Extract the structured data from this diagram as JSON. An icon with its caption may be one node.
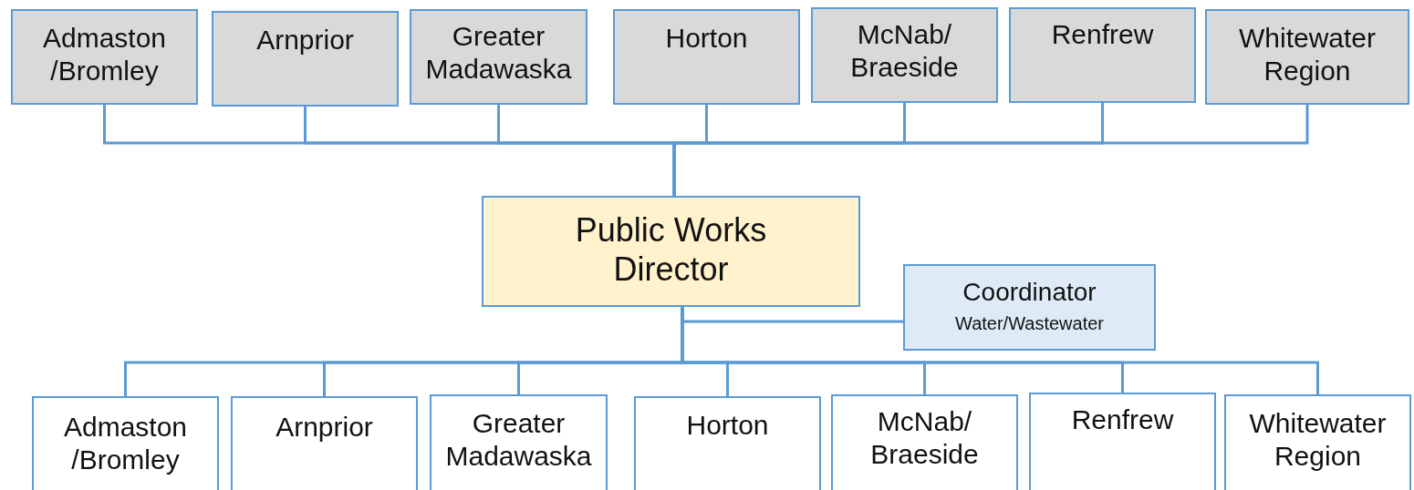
{
  "diagram": {
    "nodes": [
      {
        "text": [
          "Admaston /Bromley"
        ]
      },
      {
        "text": [
          "Arnprior"
        ]
      },
      {
        "text": [
          "Greater Madawaska"
        ]
      },
      {
        "text": [
          "Horton"
        ]
      },
      {
        "text": [
          "McNab/ Braeside"
        ]
      },
      {
        "text": [
          "Renfrew"
        ]
      },
      {
        "text": [
          "Whitewater Region"
        ]
      },
      {
        "text": [
          "Public Works Director"
        ]
      },
      {
        "text": [
          "Coordinator",
          "Water/Wastewater"
        ]
      },
      {
        "text": [
          "Admaston /Bromley"
        ]
      },
      {
        "text": [
          "Arnprior"
        ]
      },
      {
        "text": [
          "Greater Madawaska"
        ]
      },
      {
        "text": [
          "Horton"
        ]
      },
      {
        "text": [
          "McNab/ Braeside"
        ]
      },
      {
        "text": [
          "Renfrew"
        ]
      },
      {
        "text": [
          "Whitewater Region"
        ]
      }
    ],
    "edges": [
      {
        "from": 0,
        "to": 7,
        "arrow": "none"
      },
      {
        "from": 1,
        "to": 7,
        "arrow": "none"
      },
      {
        "from": 2,
        "to": 7,
        "arrow": "none"
      },
      {
        "from": 3,
        "to": 7,
        "arrow": "none"
      },
      {
        "from": 4,
        "to": 7,
        "arrow": "none"
      },
      {
        "from": 5,
        "to": 7,
        "arrow": "none"
      },
      {
        "from": 6,
        "to": 7,
        "arrow": "none"
      },
      {
        "from": 7,
        "to": 8,
        "arrow": "none"
      },
      {
        "from": 7,
        "to": 9,
        "arrow": "none"
      },
      {
        "from": 7,
        "to": 10,
        "arrow": "none"
      },
      {
        "from": 7,
        "to": 11,
        "arrow": "none"
      },
      {
        "from": 7,
        "to": 12,
        "arrow": "none"
      },
      {
        "from": 7,
        "to": 13,
        "arrow": "none"
      },
      {
        "from": 7,
        "to": 14,
        "arrow": "none"
      },
      {
        "from": 7,
        "to": 15,
        "arrow": "none"
      }
    ]
  }
}
